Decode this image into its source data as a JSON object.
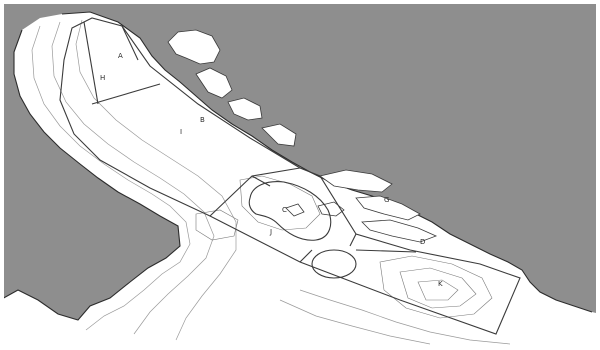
{
  "colors": {
    "land": "#8e8e8e",
    "sea": "#ffffff",
    "lines": "#3b3b3b",
    "isobaths": "#9a9a9a"
  },
  "zones": [
    {
      "id": "A",
      "label": "A"
    },
    {
      "id": "B",
      "label": "B"
    },
    {
      "id": "C",
      "label": "C"
    },
    {
      "id": "D",
      "label": "D"
    },
    {
      "id": "G",
      "label": "G"
    },
    {
      "id": "H",
      "label": "H"
    },
    {
      "id": "I",
      "label": "I"
    },
    {
      "id": "J",
      "label": "J"
    },
    {
      "id": "K",
      "label": "K"
    }
  ]
}
